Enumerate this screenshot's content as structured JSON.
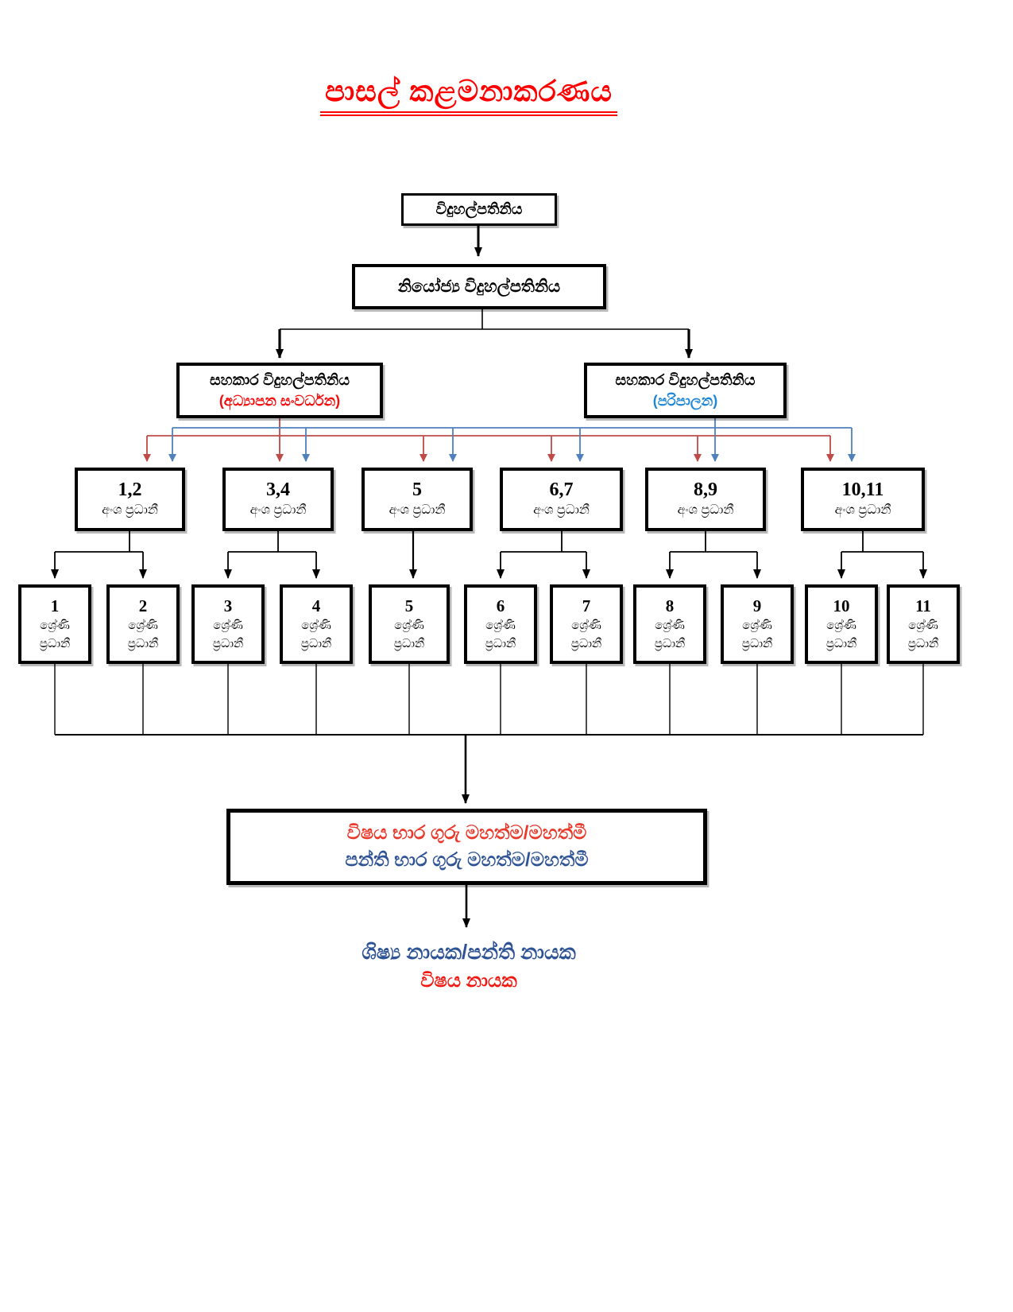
{
  "page": {
    "title": "පාසල් කළමනාකරණය"
  },
  "colors": {
    "title_red": "#FE0000",
    "ap_education_sub_red": "#F20D0D",
    "ap_admin_sub_blue": "#1E86D6",
    "teachers_line1_red": "#E8392B",
    "teachers_line2_blue": "#2F5496",
    "leaders_line1_blue": "#2F5496",
    "leaders_line2_red": "#F01810",
    "arrow_red": "#BE4B48",
    "arrow_blue": "#4F81BD",
    "box_border_black": "#000000"
  },
  "nodes": {
    "principal": {
      "label": "විදුහල්පතිනිය"
    },
    "deputy": {
      "label": "නියෝජ්‍ය විදුහල්පතිනිය"
    },
    "ap_education": {
      "label": "සහකාර විදුහල්පතිනිය",
      "sublabel": "(අධ්‍යාපන සංවර්ධන)"
    },
    "ap_admin": {
      "label": "සහකාර විදුහල්පතිනිය",
      "sublabel": "(පරිපාලන)"
    },
    "teachers": {
      "line1": "විෂය භාර ගුරු මහත්ම/මහත්මී",
      "line2": "පන්ති භාර ගුරු මහත්ම/මහත්මී"
    },
    "leaders": {
      "line1": "ශිෂ්‍ය නායක/පන්ති නායක",
      "line2": "විෂය නායක"
    }
  },
  "section_heads": [
    {
      "grades": "1,2",
      "label": "අංශ ප්‍රධානී"
    },
    {
      "grades": "3,4",
      "label": "අංශ ප්‍රධානී"
    },
    {
      "grades": "5",
      "label": "අංශ ප්‍රධානී"
    },
    {
      "grades": "6,7",
      "label": "අංශ ප්‍රධානී"
    },
    {
      "grades": "8,9",
      "label": "අංශ ප්‍රධානී"
    },
    {
      "grades": "10,11",
      "label": "අංශ ප්‍රධානී"
    }
  ],
  "grade_heads": [
    {
      "grade": "1",
      "role_line1": "ශ්‍රේණි",
      "role_line2": "ප්‍රධානී"
    },
    {
      "grade": "2",
      "role_line1": "ශ්‍රේණි",
      "role_line2": "ප්‍රධානී"
    },
    {
      "grade": "3",
      "role_line1": "ශ්‍රේණි",
      "role_line2": "ප්‍රධානී"
    },
    {
      "grade": "4",
      "role_line1": "ශ්‍රේණි",
      "role_line2": "ප්‍රධානී"
    },
    {
      "grade": "5",
      "role_line1": "ශ්‍රේණි",
      "role_line2": "ප්‍රධානී"
    },
    {
      "grade": "6",
      "role_line1": "ශ්‍රේණි",
      "role_line2": "ප්‍රධානී"
    },
    {
      "grade": "7",
      "role_line1": "ශ්‍රේණි",
      "role_line2": "ප්‍රධානී"
    },
    {
      "grade": "8",
      "role_line1": "ශ්‍රේණි",
      "role_line2": "ප්‍රධානී"
    },
    {
      "grade": "9",
      "role_line1": "ශ්‍රේණි",
      "role_line2": "ප්‍රධානී"
    },
    {
      "grade": "10",
      "role_line1": "ශ්‍රේණි",
      "role_line2": "ප්‍රධානී"
    },
    {
      "grade": "11",
      "role_line1": "ශ්‍රේණි",
      "role_line2": "ප්‍රධානී"
    }
  ]
}
